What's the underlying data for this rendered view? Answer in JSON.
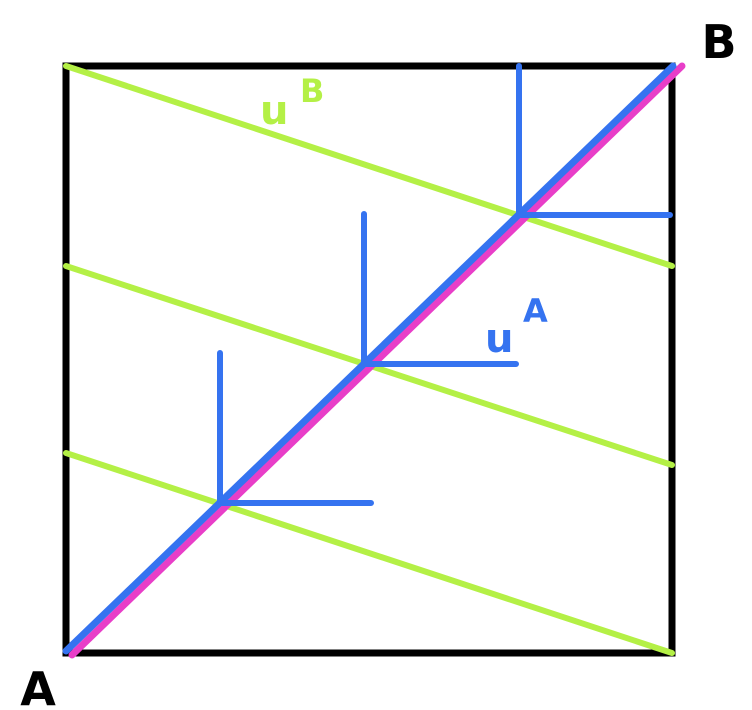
{
  "diagram": {
    "labels": {
      "corner_a": "A",
      "corner_b": "B",
      "utility_a": "u",
      "utility_a_sup": "A",
      "utility_b": "u",
      "utility_b_sup": "B"
    },
    "colors": {
      "frame": "#000000",
      "contract_curve": "#e83ec8",
      "diagonal": "#3573f0",
      "indifference_a": "#3573f0",
      "indifference_b": "#b4f046",
      "label_a": "#3573f0",
      "label_b": "#b4f046"
    },
    "indifference_curves_count": {
      "A": 3,
      "B": 3
    }
  }
}
